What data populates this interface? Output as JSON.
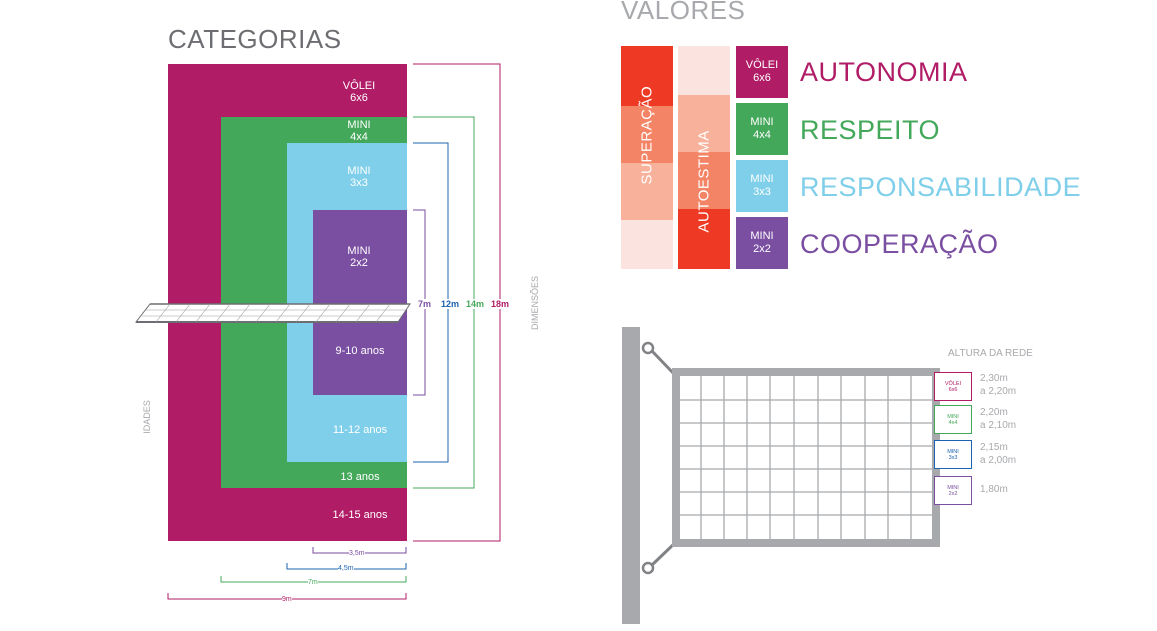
{
  "categorias": {
    "title": "CATEGORIAS",
    "side_label": "IDADES",
    "dim_label": "DIMENSÕES",
    "courts": [
      {
        "name_l1": "VÔLEI",
        "name_l2": "6x6",
        "age": "14-15 anos",
        "length": "18m",
        "width": "9m",
        "color": "#b01c66"
      },
      {
        "name_l1": "MINI",
        "name_l2": "4x4",
        "age": "13 anos",
        "length": "14m",
        "width": "7m",
        "color": "#44a85b"
      },
      {
        "name_l1": "MINI",
        "name_l2": "3x3",
        "age": "11-12 anos",
        "length": "12m",
        "width": "4,5m",
        "color": "#7fcfea"
      },
      {
        "name_l1": "MINI",
        "name_l2": "2x2",
        "age": "9-10 anos",
        "length": "7m",
        "width": "3,5m",
        "color": "#7a4ea1"
      }
    ]
  },
  "valores": {
    "title": "VALORES",
    "columns": [
      {
        "label": "SUPERAÇÃO",
        "colors": [
          "#ee3a24",
          "#f48466",
          "#f8b19b",
          "#fbe4e0"
        ]
      },
      {
        "label": "AUTOESTIMA",
        "colors": [
          "#fbe4e0",
          "#f8b19b",
          "#f48466",
          "#ee3a24"
        ]
      }
    ],
    "rows": [
      {
        "l1": "VÔLEI",
        "l2": "6x6",
        "word": "AUTONOMIA",
        "color": "#b01c66"
      },
      {
        "l1": "MINI",
        "l2": "4x4",
        "word": "RESPEITO",
        "color": "#44a85b"
      },
      {
        "l1": "MINI",
        "l2": "3x3",
        "word": "RESPONSABILIDADE",
        "color": "#7fcfea"
      },
      {
        "l1": "MINI",
        "l2": "2x2",
        "word": "COOPERAÇÃO",
        "color": "#7a4ea1"
      }
    ]
  },
  "rede": {
    "title": "ALTURA DA REDE",
    "items": [
      {
        "l1": "VÔLEI",
        "l2": "6x6",
        "h1": "2,30m",
        "h2": "a 2,20m",
        "color": "#b01c66"
      },
      {
        "l1": "MINI",
        "l2": "4x4",
        "h1": "2,20m",
        "h2": "a 2,10m",
        "color": "#44a85b"
      },
      {
        "l1": "MINI",
        "l2": "3x3",
        "h1": "2,15m",
        "h2": "a 2,00m",
        "color": "#1c63b0"
      },
      {
        "l1": "MINI",
        "l2": "2x2",
        "h1": "1,80m",
        "h2": "",
        "color": "#7a4ea1"
      }
    ]
  }
}
